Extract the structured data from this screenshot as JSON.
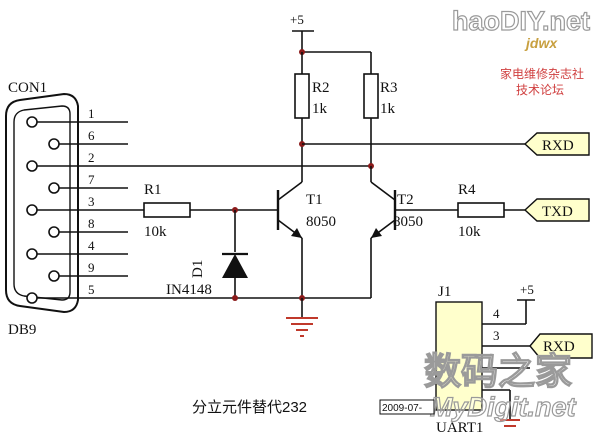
{
  "watermarks": {
    "brand": "haoDIY.net",
    "sub": "jdwx",
    "line1": "家电维修杂志社",
    "line2": "技术论坛",
    "bottom_cn": "数码之家",
    "bottom_en": "MyDigit.net",
    "stamp": "2009-07-"
  },
  "caption": "分立元件替代232",
  "connector": {
    "name": "CON1",
    "type": "DB9",
    "pins": [
      "1",
      "6",
      "2",
      "7",
      "3",
      "8",
      "4",
      "9",
      "5"
    ]
  },
  "supply": "+5",
  "resistors": {
    "r1": {
      "name": "R1",
      "value": "10k"
    },
    "r2": {
      "name": "R2",
      "value": "1k"
    },
    "r3": {
      "name": "R3",
      "value": "1k"
    },
    "r4": {
      "name": "R4",
      "value": "10k"
    }
  },
  "diode": {
    "name": "D1",
    "part": "IN4148"
  },
  "transistors": {
    "t1": {
      "name": "T1",
      "part": "8050"
    },
    "t2": {
      "name": "T2",
      "part": "8050"
    }
  },
  "ports": {
    "rxd": "RXD",
    "txd": "TXD"
  },
  "header": {
    "name": "J1",
    "pins": [
      "4",
      "3"
    ],
    "supply": "+5",
    "rxd": "RXD",
    "label": "UART1"
  }
}
